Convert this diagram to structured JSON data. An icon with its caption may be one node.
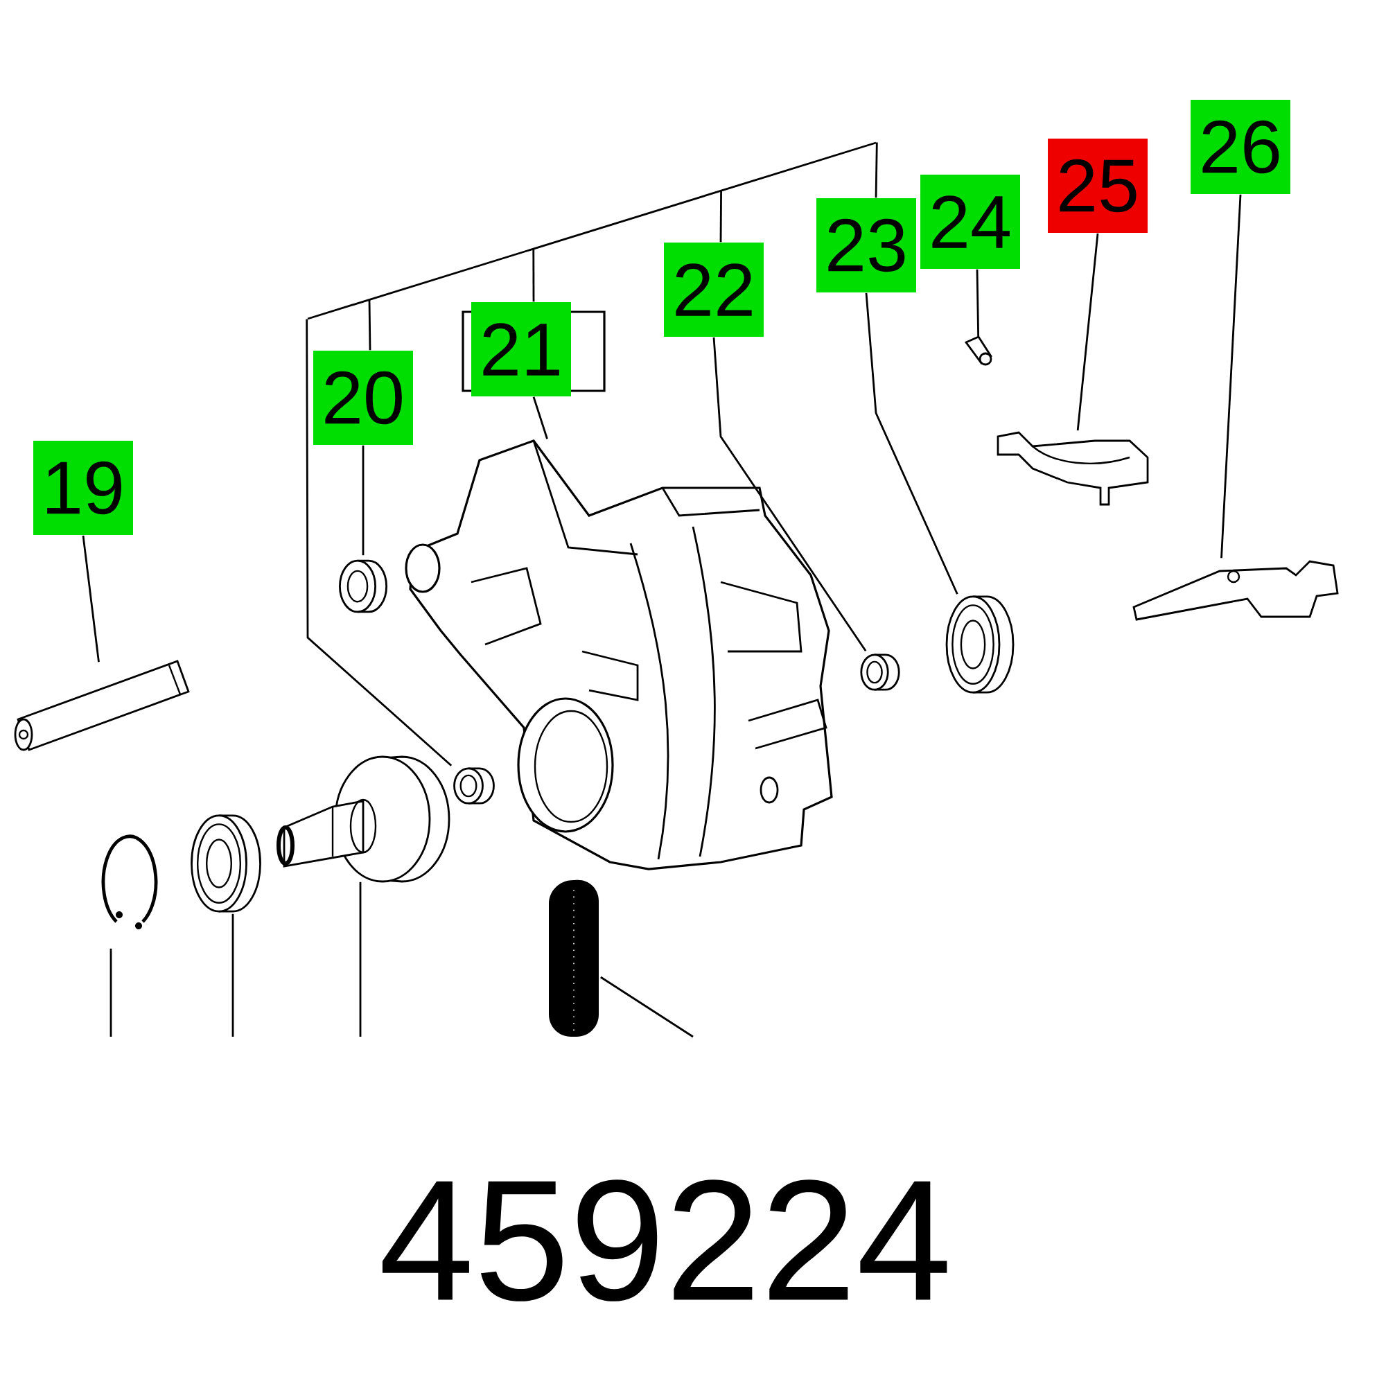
{
  "diagram": {
    "nodes": [
      {
        "text": [
          "19"
        ]
      },
      {
        "text": [
          "20"
        ]
      },
      {
        "text": [
          "21"
        ]
      },
      {
        "text": [
          "22"
        ]
      },
      {
        "text": [
          "23"
        ]
      },
      {
        "text": [
          "24"
        ]
      },
      {
        "text": [
          "25"
        ]
      },
      {
        "text": [
          "26"
        ]
      },
      {
        "text": [],
        "shape": "picture"
      },
      {
        "text": [],
        "shape": "picture"
      },
      {
        "text": [],
        "shape": "picture"
      },
      {
        "text": [],
        "shape": "picture"
      },
      {
        "text": [],
        "shape": "picture"
      },
      {
        "text": [],
        "shape": "picture"
      },
      {
        "text": [],
        "shape": "picture"
      },
      {
        "text": [],
        "shape": "picture"
      },
      {
        "text": [],
        "shape": "picture"
      },
      {
        "text": [],
        "shape": "picture"
      },
      {
        "text": [],
        "shape": "picture"
      },
      {
        "text": [],
        "shape": "picture"
      },
      {
        "text": [],
        "shape": "picture"
      },
      {
        "text": [],
        "shape": "bar"
      }
    ],
    "edges": [
      {
        "from": 0,
        "to": 8,
        "arrow": "none"
      },
      {
        "from": 1,
        "to": 9,
        "arrow": "none"
      },
      {
        "from": 2,
        "to": 10,
        "arrow": "none"
      },
      {
        "from": 3,
        "to": 11,
        "arrow": "none"
      },
      {
        "from": 4,
        "to": 12,
        "arrow": "none"
      },
      {
        "from": 5,
        "to": 13,
        "arrow": "none"
      },
      {
        "from": 6,
        "to": 14,
        "arrow": "none"
      },
      {
        "from": 7,
        "to": 15,
        "arrow": "none"
      },
      {
        "from": 21,
        "to": 16,
        "arrow": "none"
      },
      {
        "from": 17,
        "to": null,
        "arrow": "none"
      },
      {
        "from": 18,
        "to": null,
        "arrow": "none"
      },
      {
        "from": 19,
        "to": null,
        "arrow": "none"
      },
      {
        "from": 20,
        "to": null,
        "arrow": "none"
      },
      {
        "from": 21,
        "to": 1,
        "arrow": "none"
      },
      {
        "from": 21,
        "to": 2,
        "arrow": "none"
      },
      {
        "from": 21,
        "to": 3,
        "arrow": "none"
      },
      {
        "from": 21,
        "to": 4,
        "arrow": "none"
      }
    ],
    "labels": [
      "459224"
    ]
  }
}
